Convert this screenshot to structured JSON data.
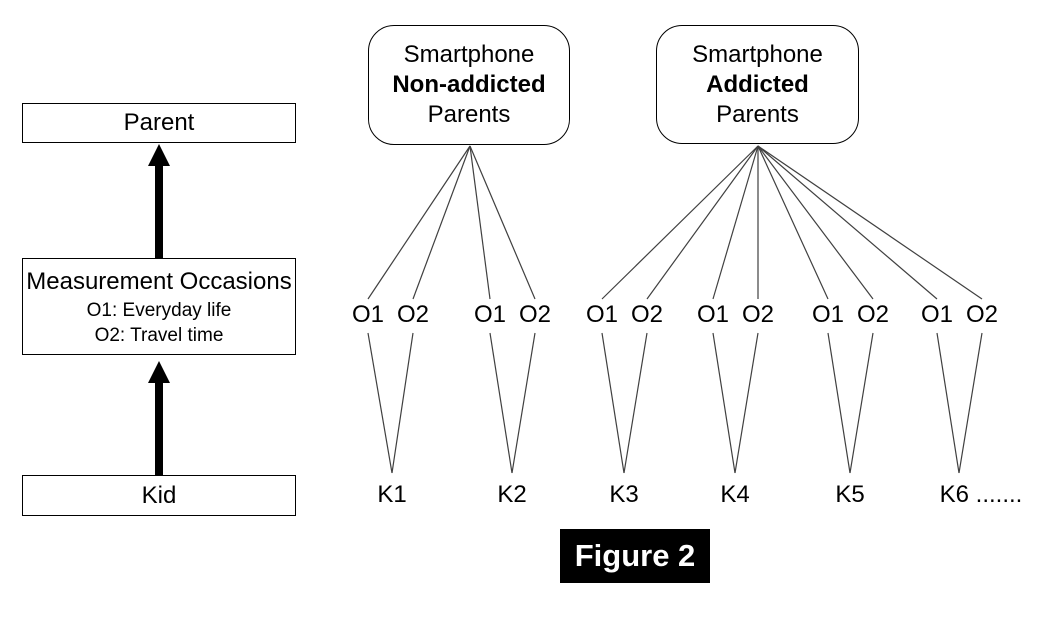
{
  "figure": {
    "caption": "Figure 2"
  },
  "left_flow": {
    "parent_label": "Parent",
    "measurement": {
      "title": "Measurement Occasions",
      "o1_desc": "O1: Everyday life",
      "o2_desc": "O2: Travel time"
    },
    "kid_label": "Kid"
  },
  "groups": [
    {
      "line1": "Smartphone",
      "line2": "Non-addicted",
      "line3": "Parents"
    },
    {
      "line1": "Smartphone",
      "line2": "Addicted",
      "line3": "Parents"
    }
  ],
  "occasions": [
    "O1",
    "O2",
    "O1",
    "O2",
    "O1",
    "O2",
    "O1",
    "O2",
    "O1",
    "O2",
    "O1",
    "O2"
  ],
  "kids": [
    "K1",
    "K2",
    "K3",
    "K4",
    "K5",
    "K6 ......."
  ],
  "colors": {
    "line": "#404040",
    "box_border": "#000000",
    "caption_bg": "#000000",
    "caption_text": "#ffffff"
  }
}
